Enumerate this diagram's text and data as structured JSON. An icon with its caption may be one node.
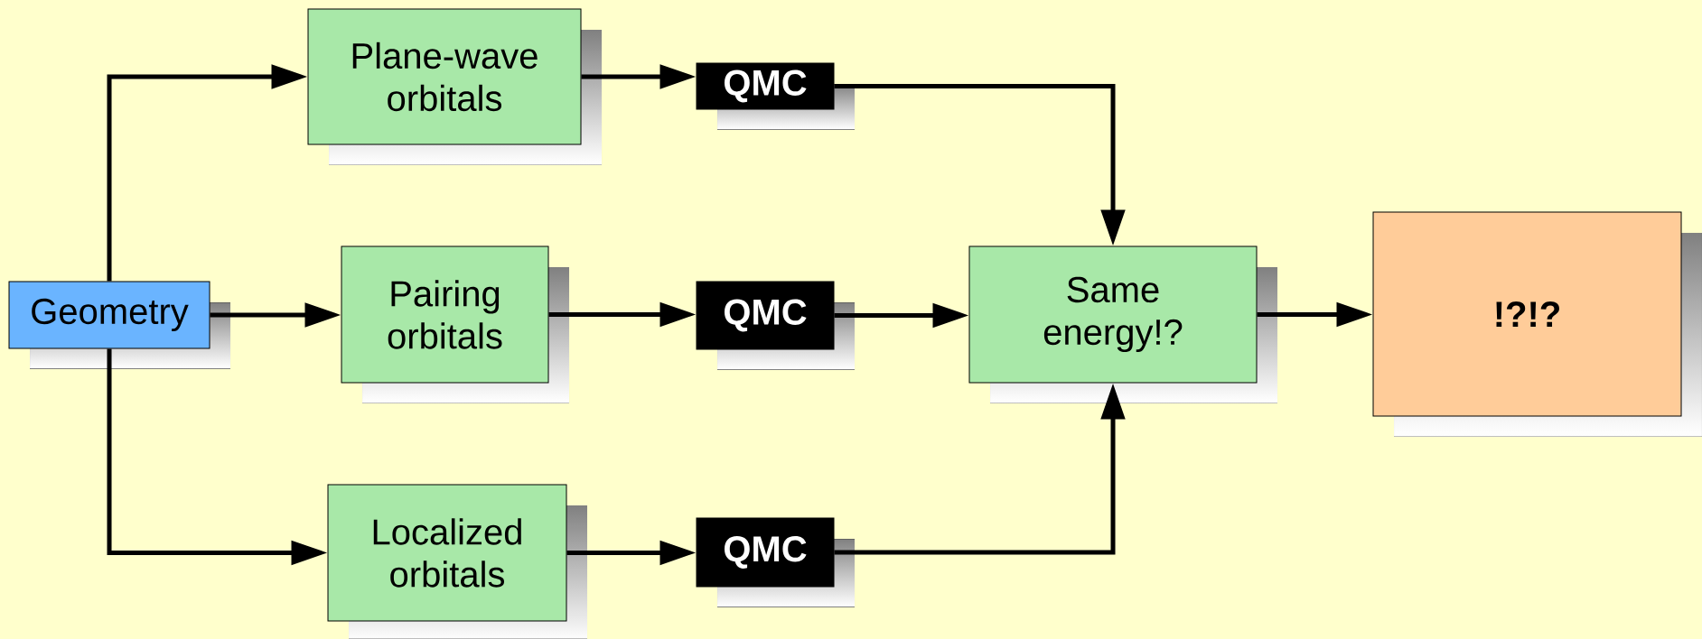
{
  "diagram": {
    "nodes": [
      {
        "text": [
          "Geometry"
        ]
      },
      {
        "text": [
          "Plane-wave orbitals"
        ]
      },
      {
        "text": [
          "QMC"
        ]
      },
      {
        "text": [
          "Pairing orbitals"
        ]
      },
      {
        "text": [
          "QMC"
        ]
      },
      {
        "text": [
          "Localized orbitals"
        ]
      },
      {
        "text": [
          "QMC"
        ]
      },
      {
        "text": [
          "Same energy!?"
        ]
      },
      {
        "text": [
          "!?!?"
        ]
      }
    ],
    "edges": [
      {
        "from": 0,
        "to": 1,
        "arrow": "to"
      },
      {
        "from": 0,
        "to": 3,
        "arrow": "to"
      },
      {
        "from": 0,
        "to": 5,
        "arrow": "to"
      },
      {
        "from": 1,
        "to": 2,
        "arrow": "to"
      },
      {
        "from": 3,
        "to": 4,
        "arrow": "to"
      },
      {
        "from": 5,
        "to": 6,
        "arrow": "to"
      },
      {
        "from": 2,
        "to": 7,
        "arrow": "to"
      },
      {
        "from": 4,
        "to": 7,
        "arrow": "to"
      },
      {
        "from": 6,
        "to": 7,
        "arrow": "to"
      },
      {
        "from": 7,
        "to": 8,
        "arrow": "to"
      }
    ]
  }
}
